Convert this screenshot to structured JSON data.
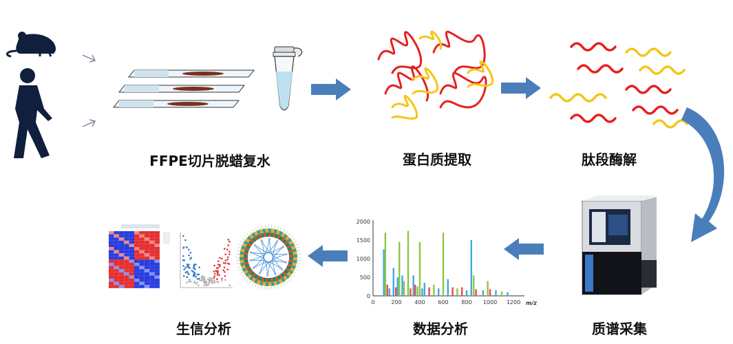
{
  "steps": {
    "ffpe": "FFPE切片脱蜡复水",
    "protein": "蛋白质提取",
    "digest": "肽段酶解",
    "ms": "质谱采集",
    "data": "数据分析",
    "bio": "生信分析"
  },
  "spectrum": {
    "x_axis_label": "m/z",
    "x_ticks": [
      "0",
      "200",
      "400",
      "600",
      "800",
      "1000",
      "1200"
    ],
    "y_ticks": [
      "0",
      "500",
      "1000",
      "1500",
      "2000"
    ]
  },
  "colors": {
    "arrow": "#4a7ebb",
    "red_peptide": "#e62020",
    "yellow_peptide": "#f5c518",
    "silhouette": "#0f1f3d",
    "heat_red": "#e53030",
    "heat_blue": "#2a3de0"
  },
  "icons": {
    "mouse": "mouse-icon",
    "person": "walking-person-icon",
    "tube": "centrifuge-tube-icon",
    "slides": "ffpe-slides-icon",
    "instrument": "mass-spectrometer-icon"
  }
}
